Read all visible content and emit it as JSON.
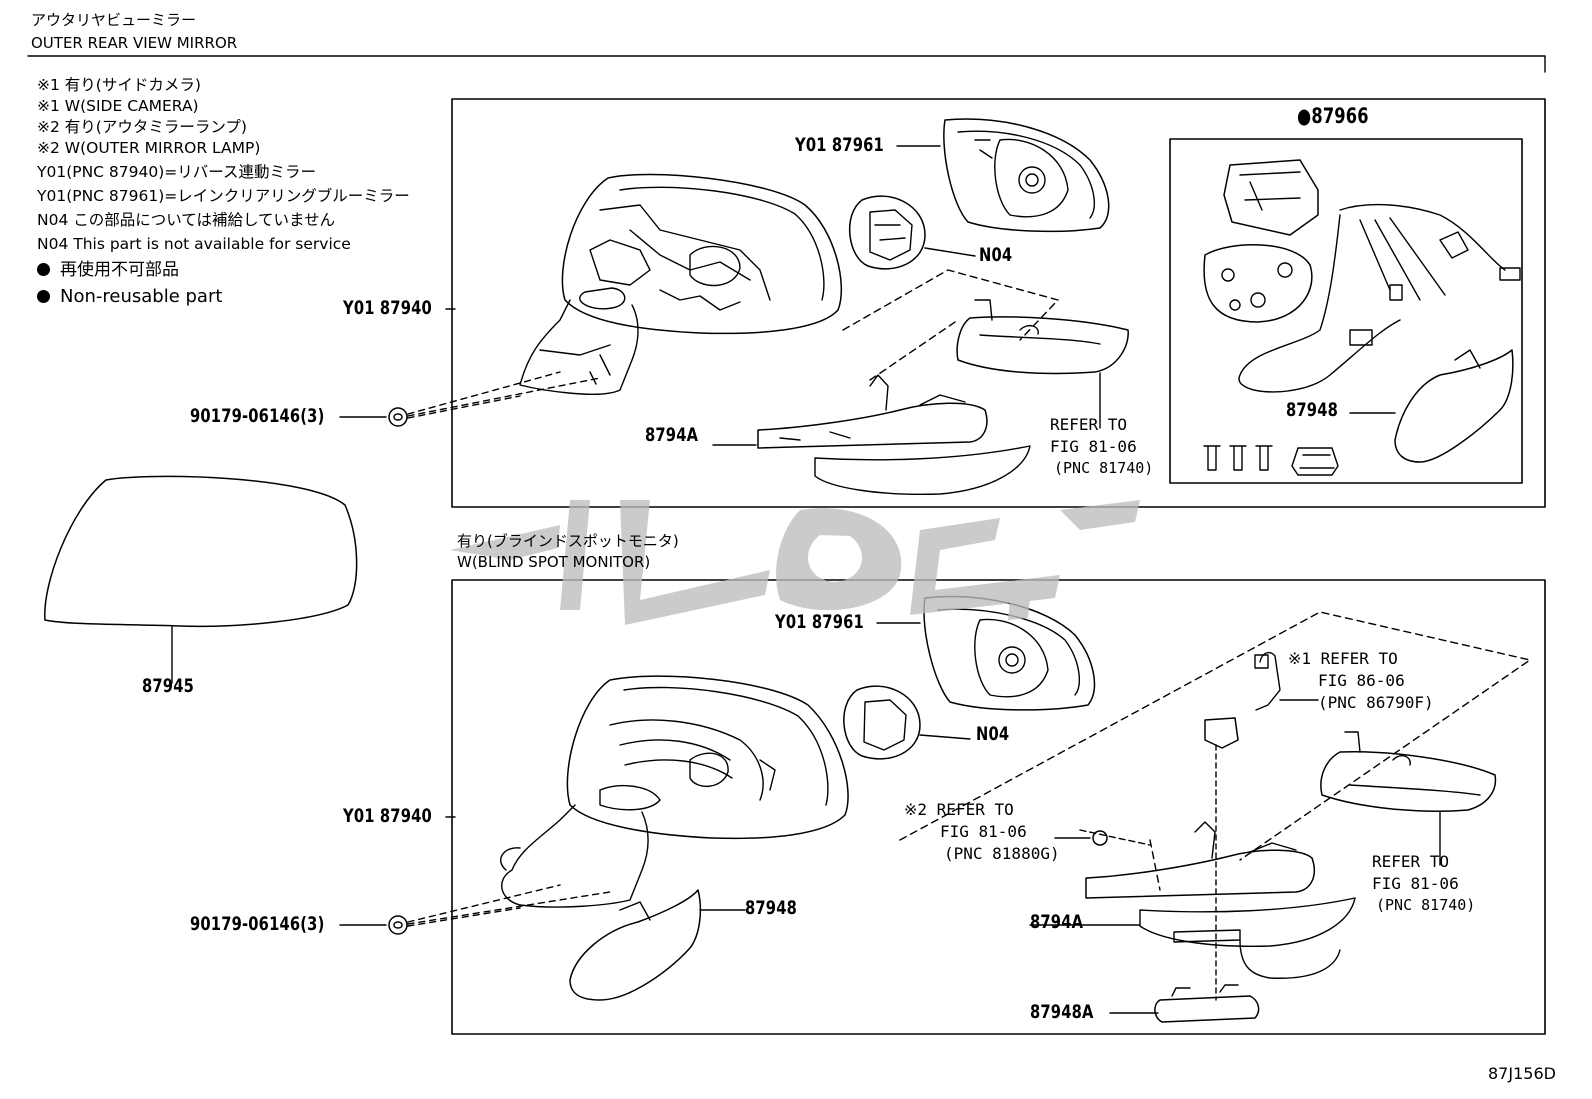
{
  "header": {
    "title_jp": "アウタリヤビューミラー",
    "title_en": "OUTER REAR VIEW MIRROR"
  },
  "notes": [
    "※1 有り(サイドカメラ)",
    "※1 W(SIDE CAMERA)",
    "※2 有り(アウタミラーランプ)",
    "※2 W(OUTER MIRROR LAMP)",
    "Y01(PNC 87940)=リバース連動ミラー",
    "Y01(PNC 87961)=レインクリアリングブルーミラー",
    "N04 この部品については補給していません",
    "N04 This part is not available for service"
  ],
  "legend": [
    "再使用不可部品",
    "Non-reusable part"
  ],
  "top_panel": {
    "label_87961": "Y01 87961",
    "label_n04": "N04",
    "label_87940": "Y01 87940",
    "label_screw": "90179-06146(3)",
    "label_8794a": "8794A",
    "label_87966": "●87966",
    "label_87948": "87948",
    "refer": [
      "REFER TO",
      "FIG 81-06",
      "(PNC 81740)"
    ]
  },
  "standalone": {
    "label_87945": "87945"
  },
  "bottom_panel": {
    "title_jp": "有り(ブラインドスポットモニタ)",
    "title_en": "W(BLIND SPOT MONITOR)",
    "label_87961": "Y01 87961",
    "label_n04": "N04",
    "label_87940": "Y01 87940",
    "label_screw": "90179-06146(3)",
    "label_87948": "87948",
    "label_8794a": "8794A",
    "label_87948a": "87948A",
    "refer_camera": [
      "※1 REFER TO",
      "FIG 86-06",
      "(PNC 86790F)"
    ],
    "refer_lamp": [
      "※2 REFER TO",
      "FIG 81-06",
      "(PNC 81880G)"
    ],
    "refer_turn": [
      "REFER TO",
      "FIG 81-06",
      "(PNC 81740)"
    ]
  },
  "watermark_text": "ماشین",
  "figure_id": "87J156D"
}
